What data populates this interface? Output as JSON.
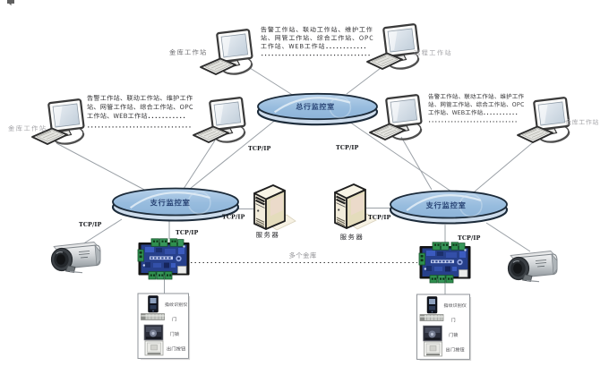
{
  "note_blocks": {
    "head_office": {
      "lines": [
        "告警工作站、联动工作站、维护工作",
        "站、网管工作站、综合工作站、OPC",
        "工作站、WEB工作站............",
        "................................"
      ]
    },
    "branch_left": {
      "lines": [
        "告警工作站、联动工作站、维护工作",
        "站、网管工作站、综合工作站、OPC",
        "工作站、WEB工作站...........",
        ".............................."
      ]
    },
    "branch_right": {
      "lines": [
        "告警工作站、联动工作站、维护工作",
        "站、网管工作站、综合工作站、OPC",
        "工作站、WEB工作站...........",
        "............................"
      ]
    }
  },
  "networks": {
    "head_office": "总行监控室",
    "branch_left": "支行监控室",
    "branch_right": "支行监控室"
  },
  "workstations": {
    "vault_top": "金库工作站",
    "remote_top": "远程工作站",
    "vault_left": "金库工作站",
    "vault_right": "金库工作站"
  },
  "devices": {
    "server_left": "服务器",
    "server_right": "服务器",
    "multi_vault": "多个金库"
  },
  "links": {
    "tcpip": "TCP/IP"
  },
  "rack_items": [
    "指纹识别仪",
    "门",
    "门锁",
    "出门按钮"
  ],
  "colors": {
    "lan_fill": "#9cbede",
    "lan_stroke": "#1c2b3a",
    "pcb_board": "#27408b",
    "pcb_terminal": "#2f8f4e",
    "server_face": "#f2ecdb"
  }
}
